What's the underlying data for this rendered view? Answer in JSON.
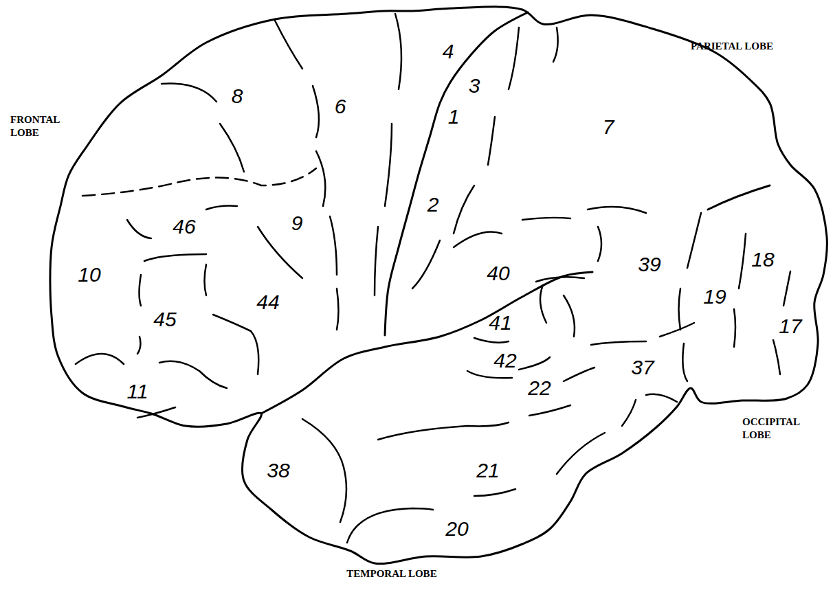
{
  "diagram": {
    "labels": [
      "4",
      "PARIETAL LOBE",
      "3",
      "8",
      "6",
      "1",
      "FRONTAL LOBE",
      "7",
      "46",
      "9",
      "2",
      "10",
      "18",
      "39",
      "40",
      "44",
      "19",
      "45",
      "41",
      "17",
      "42",
      "37",
      "22",
      "11",
      "OCCIPITAL LOBE",
      "38",
      "21",
      "20",
      "TEMPORAL LOBE"
    ]
  }
}
